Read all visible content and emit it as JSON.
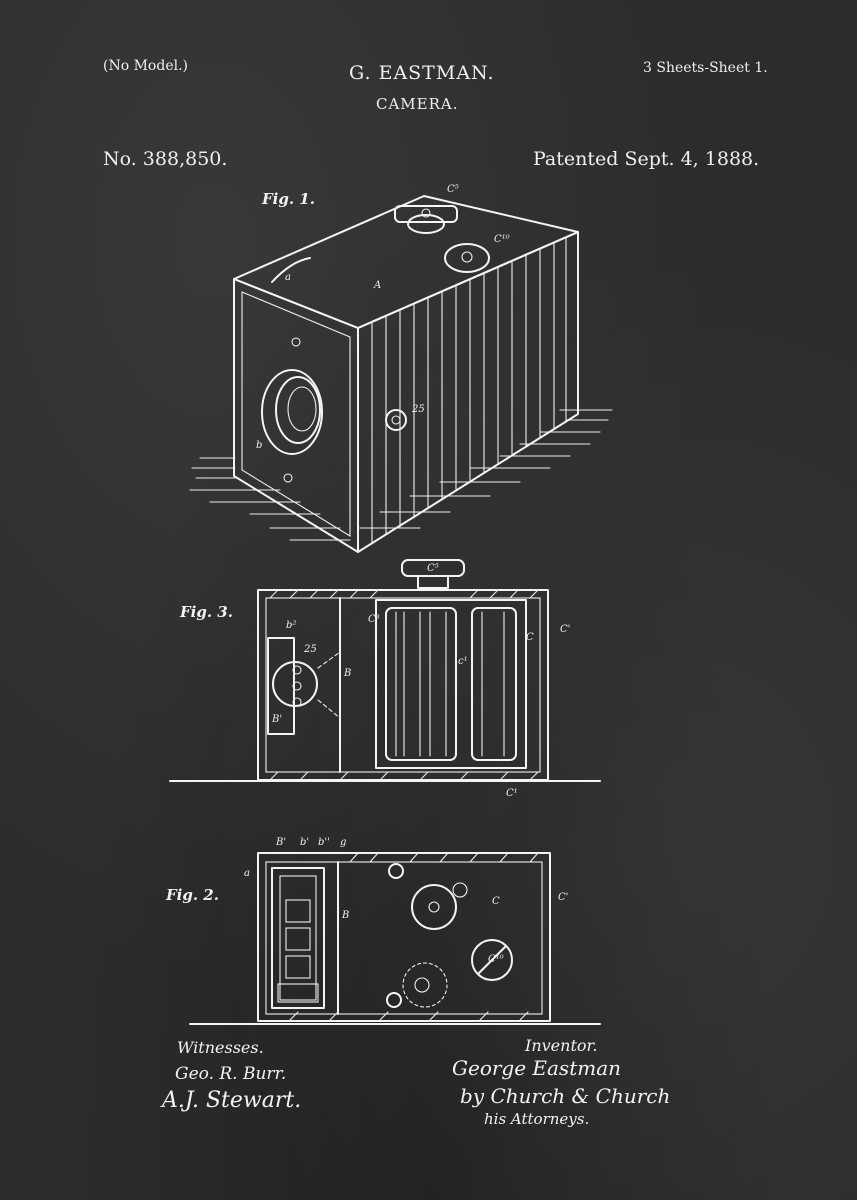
{
  "header": {
    "no_model": "(No Model.)",
    "inventor_name": "G. EASTMAN.",
    "invention": "CAMERA.",
    "sheets": "3 Sheets-Sheet 1.",
    "patent_number": "No. 388,850.",
    "patent_date": "Patented Sept. 4, 1888."
  },
  "figures": {
    "fig1": "Fig. 1.",
    "fig2": "Fig. 2.",
    "fig3": "Fig. 3."
  },
  "fig1_labels": [
    "C⁵",
    "C¹⁰",
    "a",
    "A",
    "b",
    "25"
  ],
  "fig3_labels": [
    "C⁵",
    "C³",
    "b²",
    "25",
    "B",
    "B'",
    "c¹",
    "C",
    "C'",
    "C¹"
  ],
  "fig2_labels": [
    "B'",
    "b'",
    "b''",
    "g",
    "a",
    "B",
    "C",
    "C'",
    "C¹⁰"
  ],
  "footer": {
    "witnesses_label": "Witnesses.",
    "witness1": "Geo. R. Burr.",
    "witness2": "A.J. Stewart.",
    "inventor_label": "Inventor.",
    "inventor_signature": "George Eastman",
    "attorneys_signature": "by Church & Church",
    "attorneys_label": "his Attorneys."
  }
}
